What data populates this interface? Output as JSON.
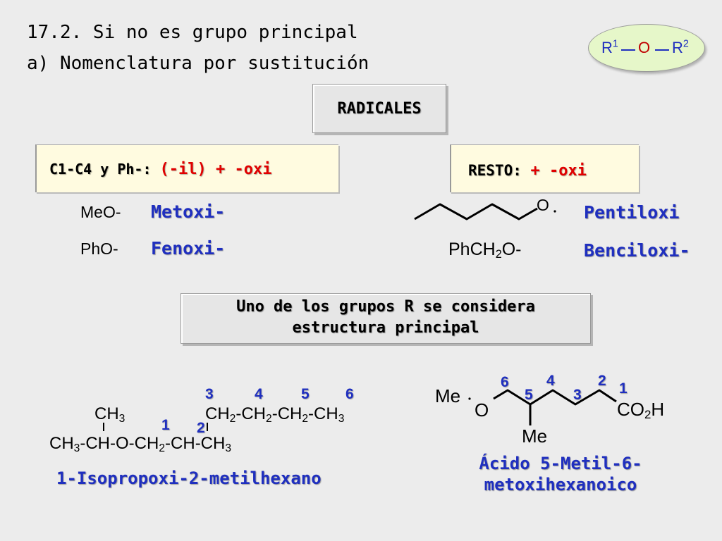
{
  "header": {
    "line1": "17.2. Si no es grupo principal",
    "line2": "a) Nomenclatura por sustitución"
  },
  "badge": {
    "r1": "R",
    "sup1": "1",
    "o": "O",
    "r2": "R",
    "sup2": "2"
  },
  "radicales": "RADICALES",
  "left_box": {
    "prefix": "C1-C4 y Ph-: ",
    "rule": "(-il) + -oxi"
  },
  "right_box": {
    "prefix": "RESTO: ",
    "rule": "+ -oxi"
  },
  "examples": {
    "meo": "MeO-",
    "metoxi": "Metoxi-",
    "pho": "PhO-",
    "fenoxi": "Fenoxi-",
    "o_label": "O",
    "pentiloxi": "Pentiloxi",
    "phch": "PhCH",
    "phch_sub": "2",
    "phch_o": "O-",
    "benciloxi": "Benciloxi-"
  },
  "note": {
    "line1": "Uno de los grupos R se considera",
    "line2": "estructura principal"
  },
  "example1": {
    "top_left": "CH",
    "top_left_sub": "3",
    "chain_top": [
      "CH",
      "2",
      "-CH",
      "2",
      "-CH",
      "2",
      "-CH",
      "3"
    ],
    "main_line": [
      "CH",
      "3",
      "-CH-O-CH",
      "2",
      "-CH-CH",
      "3"
    ],
    "nums_top": [
      "3",
      "4",
      "5",
      "6"
    ],
    "nums_bottom": [
      "1",
      "2"
    ],
    "name": "1-Isopropoxi-2-metilhexano"
  },
  "example2": {
    "me_top": "Me",
    "o": "O",
    "me_bottom": "Me",
    "co2h_a": "CO",
    "co2h_sub": "2",
    "co2h_b": "H",
    "nums": [
      "6",
      "5",
      "4",
      "3",
      "2",
      "1"
    ],
    "name_line1": "Ácido 5-Metil-6-",
    "name_line2": "metoxihexanoico"
  },
  "colors": {
    "blue": "#1f2fbf",
    "red": "#e00000",
    "badge_fill": "#e6f7c9",
    "cream": "#fffbe0",
    "background": "#ececec"
  }
}
